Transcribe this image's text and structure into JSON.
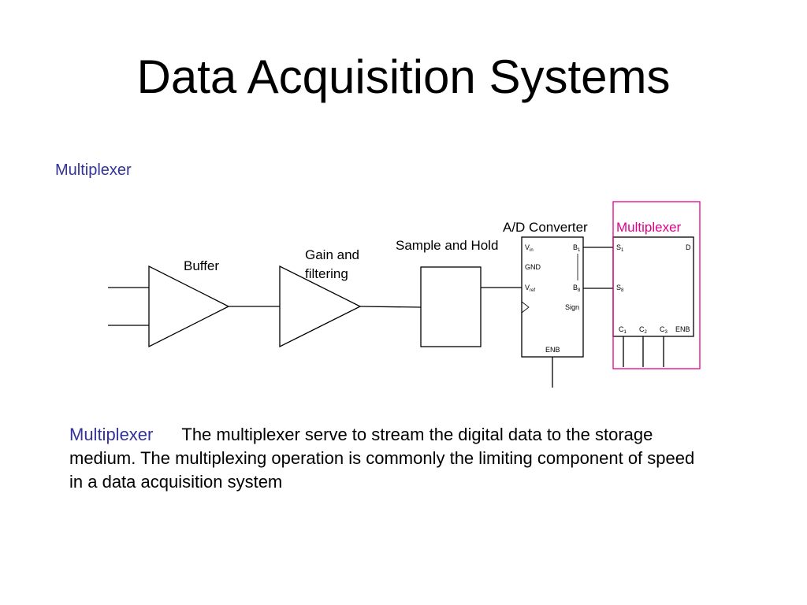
{
  "slide": {
    "title": "Data Acquisition Systems",
    "subtitle": "Multiplexer"
  },
  "diagram": {
    "buffer_label": "Buffer",
    "gain_label_line1": "Gain and",
    "gain_label_line2": "filtering",
    "sample_hold_label": "Sample and Hold",
    "adc_label": "A/D Converter",
    "mux_label": "Multiplexer",
    "adc_pins": {
      "vin": "V",
      "vin_sub": "in",
      "gnd": "GND",
      "vref": "V",
      "vref_sub": "ref",
      "b1": "B",
      "b1_sub": "1",
      "b8": "B",
      "b8_sub": "8",
      "sign": "Sign",
      "enb": "ENB"
    },
    "mux_pins": {
      "s1": "S",
      "s1_sub": "1",
      "s8": "S",
      "s8_sub": "8",
      "d": "D",
      "c1": "C",
      "c1_sub": "1",
      "c2": "C",
      "c2_sub": "2",
      "c3": "C",
      "c3_sub": "3",
      "enb": "ENB"
    },
    "colors": {
      "highlight": "#e0008a",
      "subtitle": "#333399"
    }
  },
  "description": {
    "term": "Multiplexer",
    "text": "The multiplexer serve to stream the digital data to the storage medium. The multiplexing operation is commonly the limiting component of speed in a data acquisition system"
  }
}
